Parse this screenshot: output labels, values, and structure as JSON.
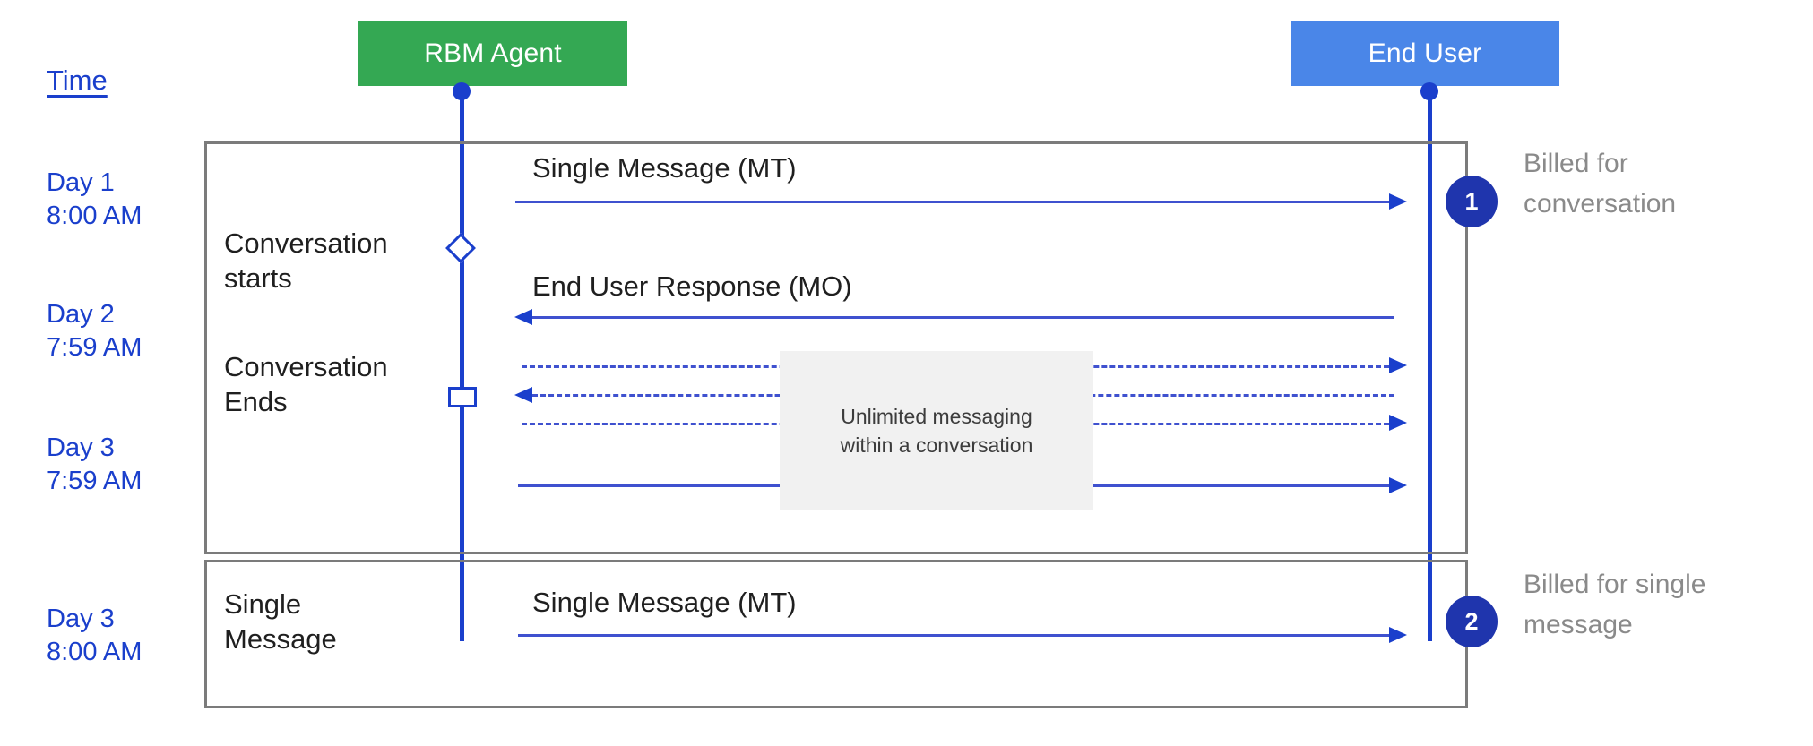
{
  "diagram": {
    "time_axis_label": "Time",
    "actors": [
      {
        "id": "rbm-agent",
        "label": "RBM Agent",
        "color": "#34a853"
      },
      {
        "id": "end-user",
        "label": "End User",
        "color": "#4a86e8"
      }
    ],
    "timestamps": [
      {
        "day": "Day 1",
        "time": "8:00 AM",
        "text": "Day 1\n8:00 AM"
      },
      {
        "day": "Day 2",
        "time": "7:59 AM",
        "text": "Day 2\n7:59 AM"
      },
      {
        "day": "Day 3",
        "time": "7:59 AM",
        "text": "Day 3\n7:59 AM"
      },
      {
        "day": "Day 3",
        "time": "8:00 AM",
        "text": "Day 3\n8:00 AM"
      }
    ],
    "phase_labels": [
      {
        "text": "Conversation\nstarts"
      },
      {
        "text": "Conversation\nEnds"
      },
      {
        "text": "Single\nMessage"
      }
    ],
    "messages": [
      {
        "label": "Single Message (MT)",
        "direction": "right",
        "style": "solid"
      },
      {
        "label": "End User Response (MO)",
        "direction": "left",
        "style": "solid"
      },
      {
        "label": "",
        "direction": "right",
        "style": "dashed"
      },
      {
        "label": "",
        "direction": "left",
        "style": "dashed"
      },
      {
        "label": "",
        "direction": "right",
        "style": "dashed"
      },
      {
        "label": "",
        "direction": "right",
        "style": "solid"
      },
      {
        "label": "Single Message (MT)",
        "direction": "right",
        "style": "solid"
      }
    ],
    "annotation": {
      "text": "Unlimited messaging\nwithin a conversation",
      "background": "#f1f1f1"
    },
    "callouts": [
      {
        "number": "1",
        "text": "Billed for\nconversation"
      },
      {
        "number": "2",
        "text": "Billed for single\nmessage"
      }
    ],
    "colors": {
      "accent_blue": "#1a3fcc",
      "line_blue": "#3f51cf",
      "badge_blue": "#1f35ad",
      "frame_gray": "#7b7b7b",
      "muted_text": "#8a8a8a"
    }
  }
}
